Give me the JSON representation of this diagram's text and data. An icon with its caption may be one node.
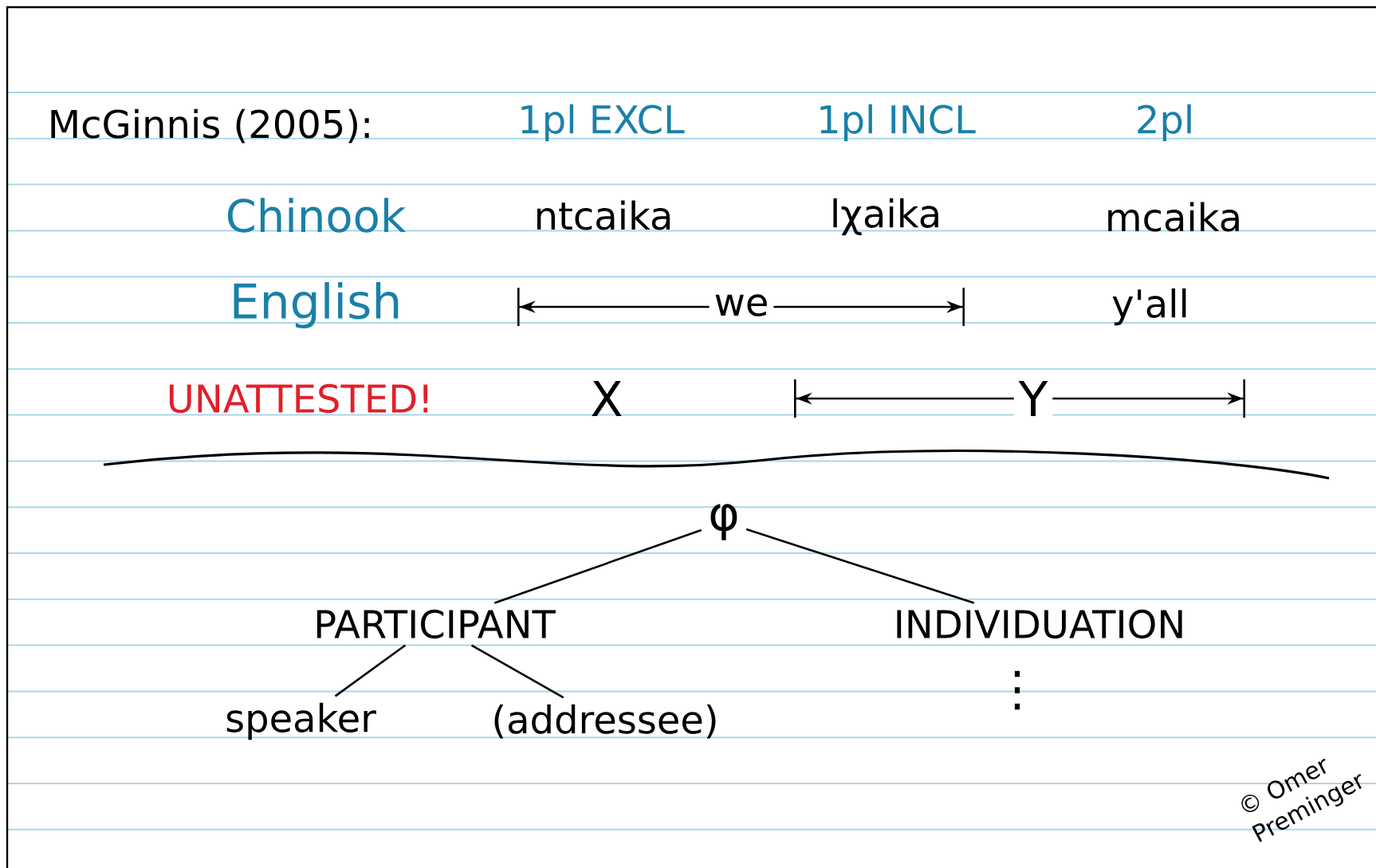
{
  "diagram": {
    "title": "McGinnis (2005):",
    "nodes": [
      {
        "text": [
          "φ"
        ]
      },
      {
        "text": [
          "PARTICIPANT"
        ]
      },
      {
        "text": [
          "INDIVIDUATION"
        ]
      },
      {
        "text": [
          "speaker"
        ]
      },
      {
        "text": [
          "(addressee)"
        ]
      }
    ],
    "edges": [
      {
        "from": 0,
        "to": 1,
        "arrow": "none"
      },
      {
        "from": 0,
        "to": 2,
        "arrow": "none"
      },
      {
        "from": 1,
        "to": 3,
        "arrow": "none"
      },
      {
        "from": 1,
        "to": 4,
        "arrow": "none"
      }
    ],
    "labels": [
      "1pl EXCL",
      "1pl INCL",
      "2pl",
      "Chinook",
      "ntcaika",
      "lχaika",
      "mcaika",
      "English",
      "we",
      "y'all",
      "UNATTESTED!",
      "X",
      "Y",
      "⋮",
      "© Omer Preminger"
    ]
  }
}
